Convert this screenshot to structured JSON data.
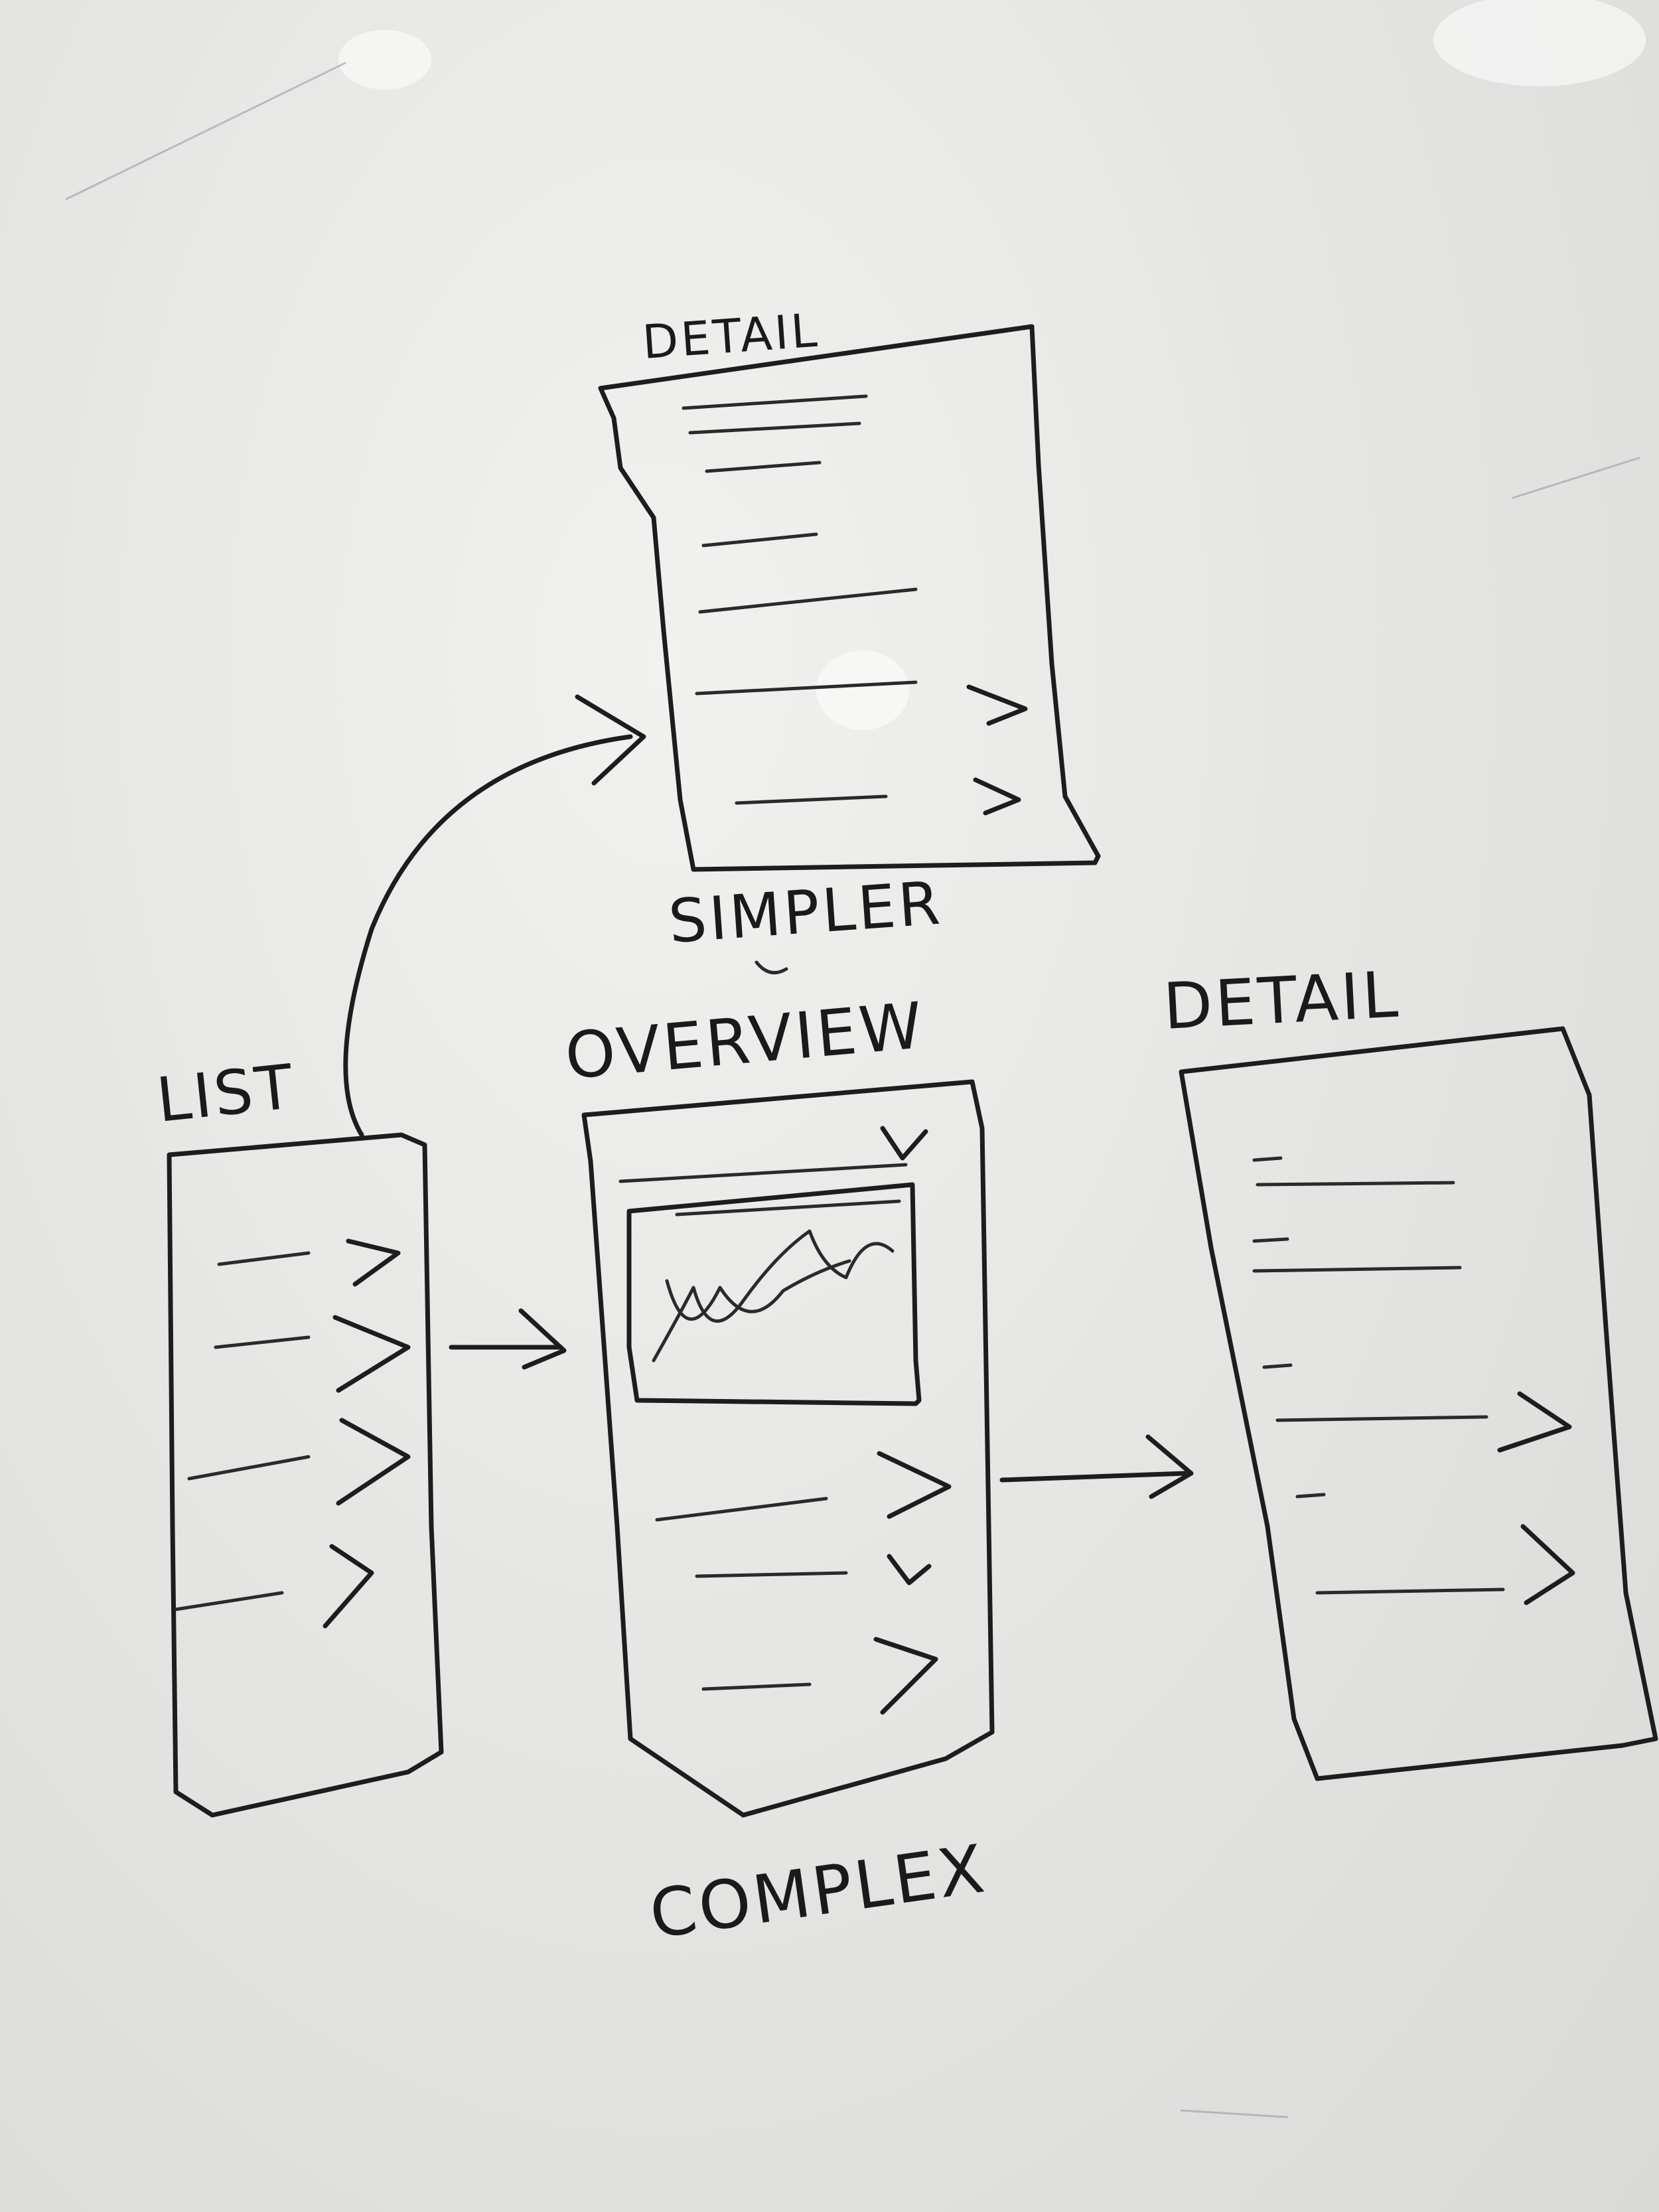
{
  "labels": {
    "list": "LIST",
    "top_detail": "DETAIL",
    "simpler": "SIMPLER",
    "overview": "OVERVIEW",
    "right_detail": "DETAIL",
    "complex": "COMPLEX"
  },
  "icons": {
    "row_chevron": "chevron-right-icon",
    "mini_chart": "line-chart-icon",
    "flow_arrow": "arrow-right-icon"
  },
  "colors": {
    "board": "#e6e6e4",
    "ink": "#1d1d1d"
  }
}
